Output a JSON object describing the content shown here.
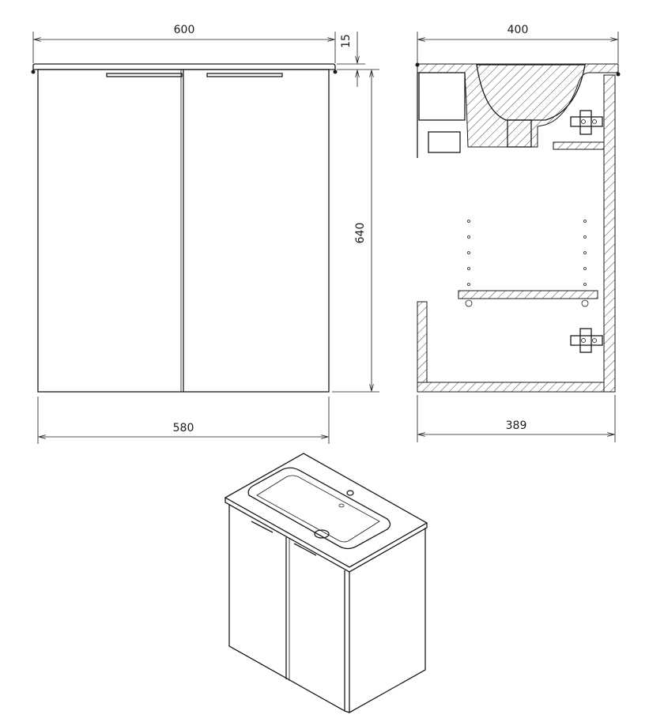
{
  "drawing": {
    "front_view": {
      "width_top": "600",
      "top_thickness": "15",
      "height": "640",
      "width_bottom": "580"
    },
    "side_view": {
      "depth_top": "400",
      "depth_bottom": "389"
    }
  },
  "colors": {
    "line": "#1a1a1a",
    "background": "#ffffff"
  }
}
